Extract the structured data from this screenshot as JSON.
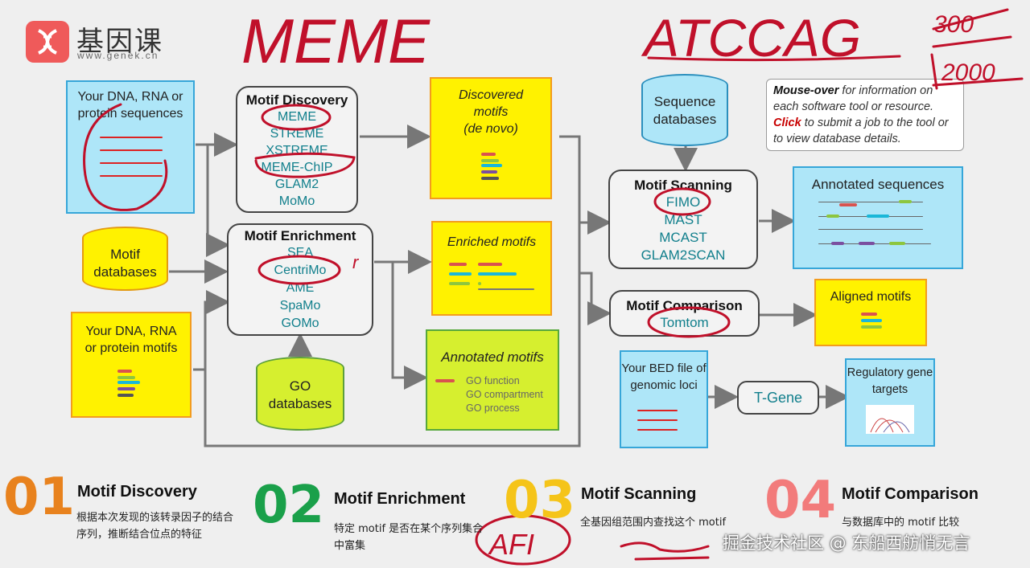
{
  "logo": {
    "name": "基因课",
    "url": "www.genek.cn"
  },
  "handwriting": {
    "title": "MEME",
    "seq": "ATCCAG",
    "n1": "300",
    "n2": "2000",
    "afi": "AFI",
    "r": "r"
  },
  "inputs": {
    "sequences": [
      "Your DNA, RNA or",
      "protein sequences"
    ],
    "motif_db": [
      "Motif",
      "databases"
    ],
    "motifs": [
      "Your DNA, RNA",
      "or protein motifs"
    ],
    "go_db": [
      "GO",
      "databases"
    ],
    "seq_db": [
      "Sequence",
      "databases"
    ],
    "bed": [
      "Your BED file of",
      "genomic loci"
    ]
  },
  "tools": {
    "discovery": {
      "title": "Motif Discovery",
      "items": [
        "MEME",
        "STREME",
        "XSTREME",
        "MEME-ChIP",
        "GLAM2",
        "MoMo"
      ]
    },
    "enrichment": {
      "title": "Motif Enrichment",
      "items": [
        "SEA",
        "CentriMo",
        "AME",
        "SpaMo",
        "GOMo"
      ]
    },
    "scanning": {
      "title": "Motif Scanning",
      "items": [
        "FIMO",
        "MAST",
        "MCAST",
        "GLAM2SCAN"
      ]
    },
    "comparison": {
      "title": "Motif Comparison",
      "items": [
        "Tomtom"
      ]
    },
    "tgene": "T-Gene"
  },
  "outputs": {
    "discovered": [
      "Discovered",
      "motifs",
      "(de novo)"
    ],
    "enriched": "Enriched motifs",
    "annotated_motifs": {
      "title": "Annotated motifs",
      "items": [
        "GO function",
        "GO compartment",
        "GO process"
      ]
    },
    "annotated_seqs": "Annotated sequences",
    "aligned": "Aligned motifs",
    "regulatory": [
      "Regulatory gene",
      "targets"
    ]
  },
  "info": {
    "mouse_bold": "Mouse-over",
    "mouse_rest": " for information on each software tool or resource.",
    "click_bold": "Click",
    "click_rest": " to submit a job to the tool or to view database details."
  },
  "sections": [
    {
      "num": "01",
      "title": "Motif Discovery",
      "desc": "根据本次发现的该转录因子的结合序列，推断结合位点的特征",
      "color": "#e8821e"
    },
    {
      "num": "02",
      "title": "Motif Enrichment",
      "desc": "特定   motif   是否在某个序列集合中富集",
      "color": "#1aa04a"
    },
    {
      "num": "03",
      "title": "Motif Scanning",
      "desc": "全基因组范围内查找这个 motif",
      "color": "#f5c419"
    },
    {
      "num": "04",
      "title": "Motif Comparison",
      "desc": "与数据库中的 motif 比较",
      "color": "#f27b7b"
    }
  ],
  "watermark": "掘金技术社区 @ 东船西舫悄无言",
  "colors": {
    "teal": "#117f8c",
    "ink": "#c0102a"
  }
}
